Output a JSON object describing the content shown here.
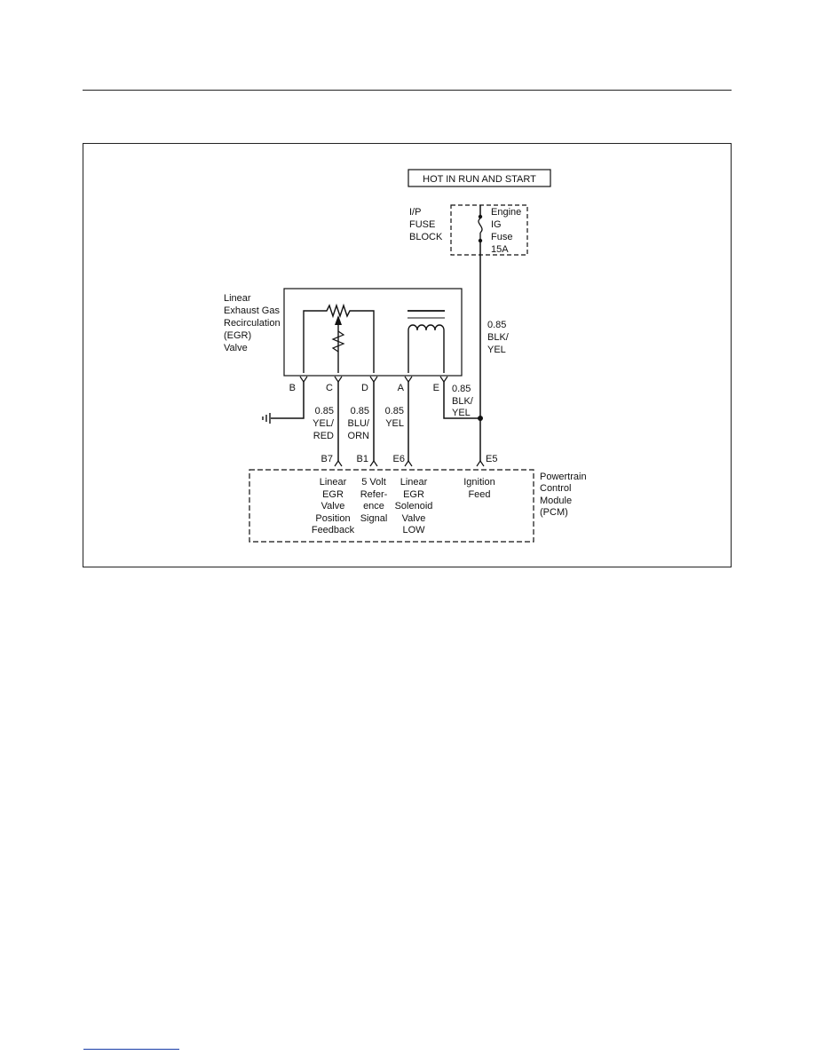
{
  "power_header": "HOT IN RUN AND START",
  "fuse_block_label": [
    "I/P",
    "FUSE",
    "BLOCK"
  ],
  "fuse_label": [
    "Engine",
    "IG",
    "Fuse",
    "15A"
  ],
  "egr_valve_label": [
    "Linear",
    "Exhaust Gas",
    "Recirculation",
    "(EGR)",
    "Valve"
  ],
  "connector_pins": [
    "B",
    "C",
    "D",
    "A",
    "E"
  ],
  "wires": {
    "fuse_to_splice": [
      "0.85",
      "BLK/",
      "YEL"
    ],
    "pin_e": [
      "0.85",
      "BLK/",
      "YEL"
    ],
    "pin_c": [
      "0.85",
      "YEL/",
      "RED"
    ],
    "pin_d": [
      "0.85",
      "BLU/",
      "ORN"
    ],
    "pin_a": [
      "0.85",
      "YEL"
    ]
  },
  "pcm_pins": [
    "B7",
    "B1",
    "E6",
    "E5"
  ],
  "pcm_circuits": {
    "b7": [
      "Linear",
      "EGR",
      "Valve",
      "Position",
      "Feedback"
    ],
    "b1": [
      "5 Volt",
      "Refer-",
      "ence",
      "Signal"
    ],
    "e6": [
      "Linear",
      "EGR",
      "Solenoid",
      "Valve",
      "LOW"
    ],
    "e5": [
      "Ignition",
      "Feed"
    ]
  },
  "pcm_label": [
    "Powertrain",
    "Control",
    "Module",
    "(PCM)"
  ],
  "ground_icon": "ground-icon",
  "fuse_icon": "fuse-icon",
  "potentiometer_icon": "potentiometer-icon",
  "solenoid_icon": "solenoid-coil-icon"
}
